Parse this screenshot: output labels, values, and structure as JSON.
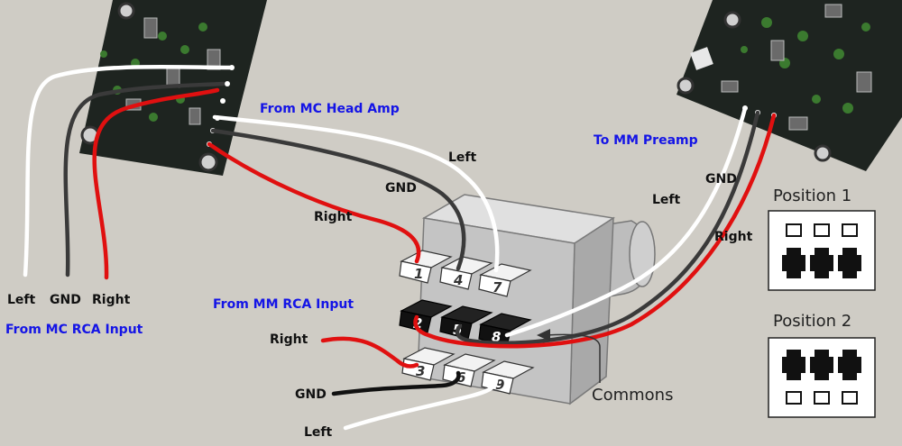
{
  "labels": {
    "from_mc_head_amp": "From MC Head Amp",
    "to_mm_preamp": "To MM Preamp",
    "from_mm_rca_input": "From MM RCA Input",
    "from_mc_rca_input": "From MC RCA Input",
    "commons": "Commons",
    "head_left": "Left",
    "head_gnd": "GND",
    "head_right": "Right",
    "mcrca_left": "Left",
    "mcrca_gnd": "GND",
    "mcrca_right": "Right",
    "mm_left": "Left",
    "mm_gnd": "GND",
    "mm_right": "Right",
    "mmrca_right": "Right",
    "mmrca_gnd": "GND",
    "mmrca_left": "Left"
  },
  "switch": {
    "pins": [
      "1",
      "2",
      "3",
      "4",
      "5",
      "6",
      "7",
      "8",
      "9"
    ]
  },
  "positions": [
    {
      "label": "Position 1",
      "state": "bottom"
    },
    {
      "label": "Position 2",
      "state": "top"
    }
  ],
  "colors": {
    "background": "#cfccc5",
    "pcb": "#1e2420",
    "wire_white": "#ffffff",
    "wire_gnd": "#333333",
    "wire_red": "#e01010",
    "label_blue": "#1414e6"
  }
}
